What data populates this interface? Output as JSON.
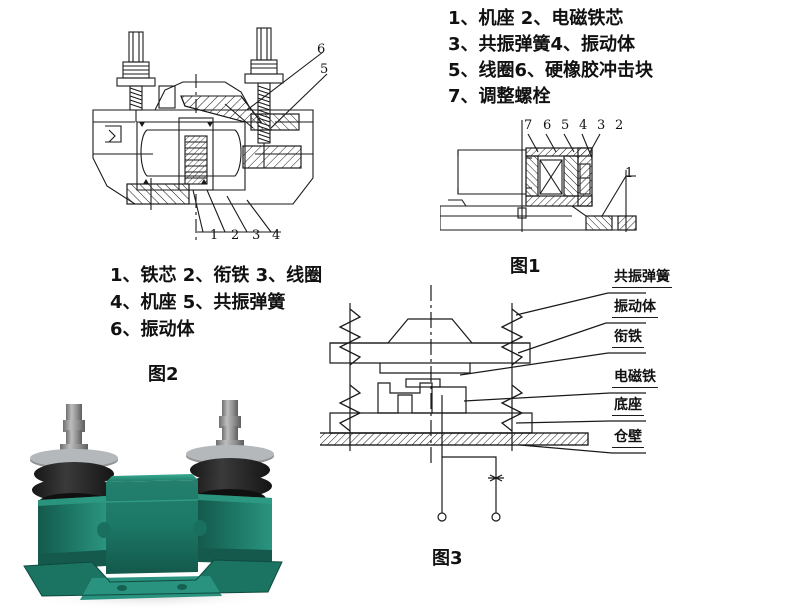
{
  "document": {
    "type": "technical-illustration-sheet",
    "language": "zh-CN",
    "background_color": "#ffffff"
  },
  "legend_main": {
    "lines": [
      "1、机座 2、电磁铁芯",
      "3、共振弹簧4、振动体",
      "5、线圈6、硬橡胶冲击块",
      "7、调整螺栓"
    ],
    "items": [
      {
        "num": "1",
        "label": "机座"
      },
      {
        "num": "2",
        "label": "电磁铁芯"
      },
      {
        "num": "3",
        "label": "共振弹簧"
      },
      {
        "num": "4",
        "label": "振动体"
      },
      {
        "num": "5",
        "label": "线圈"
      },
      {
        "num": "6",
        "label": "硬橡胶冲击块"
      },
      {
        "num": "7",
        "label": "调整螺栓"
      }
    ]
  },
  "legend_fig2": {
    "lines": [
      "1、铁芯 2、衔铁 3、线圈",
      "4、机座 5、共振弹簧",
      "6、振动体"
    ],
    "items": [
      {
        "num": "1",
        "label": "铁芯"
      },
      {
        "num": "2",
        "label": "衔铁"
      },
      {
        "num": "3",
        "label": "线圈"
      },
      {
        "num": "4",
        "label": "机座"
      },
      {
        "num": "5",
        "label": "共振弹簧"
      },
      {
        "num": "6",
        "label": "振动体"
      }
    ]
  },
  "captions": {
    "fig1": "图1",
    "fig2": "图2",
    "fig3": "图3"
  },
  "fig_topleft": {
    "bottom_leaders": [
      "1",
      "2",
      "3",
      "4"
    ],
    "right_leaders": [
      "6",
      "5"
    ]
  },
  "fig1": {
    "top_leaders": [
      "7",
      "6",
      "5",
      "4",
      "3",
      "2"
    ],
    "right_leader": "1"
  },
  "fig3": {
    "callouts": [
      "共振弹簧",
      "振动体",
      "衔铁",
      "电磁铁",
      "底座",
      "仓壁"
    ]
  },
  "photo": {
    "subject": "电磁振动器实物照片",
    "body_color": "#1d7a68",
    "body_color_dark": "#14594c",
    "body_color_light": "#2e9c85",
    "metal_color": "#9a9a9a",
    "rubber_color": "#2b2b2b"
  },
  "colors": {
    "line": "#1a1a1a",
    "text": "#111111",
    "background": "#ffffff"
  }
}
